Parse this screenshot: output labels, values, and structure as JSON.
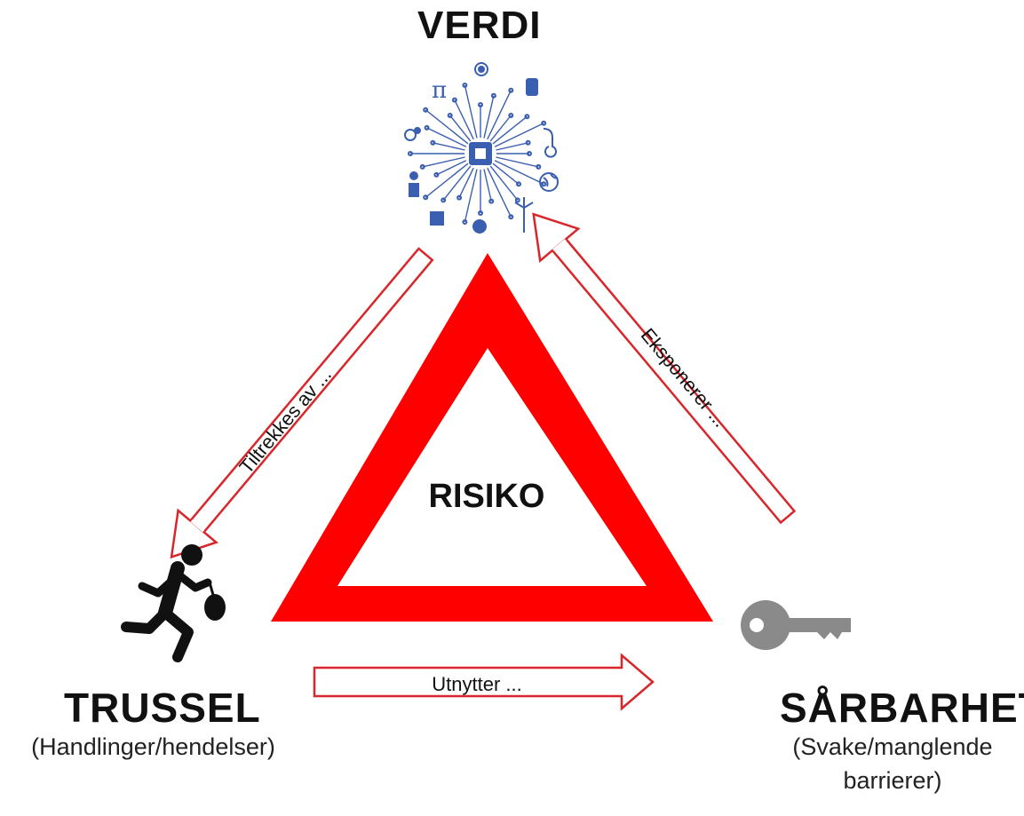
{
  "nodes": {
    "value": {
      "title": "VERDI"
    },
    "threat": {
      "title": "TRUSSEL",
      "subtitle": "(Handlinger/hendelser)"
    },
    "vulnerability": {
      "title": "SÅRBARHET",
      "subtitle_line1": "(Svake/manglende",
      "subtitle_line2": "barrierer)"
    }
  },
  "center": {
    "label": "RISIKO"
  },
  "arrows": {
    "left": {
      "label": "Tiltrekkes av ..."
    },
    "right": {
      "label": "Eksponerer ..."
    },
    "bottom": {
      "label": "Utnytter ..."
    }
  },
  "icons": {
    "value": "circuit-tree-icon",
    "threat": "running-thief-icon",
    "vulnerability": "key-icon"
  },
  "colors": {
    "risk_triangle": "#ff0000",
    "arrow_outline": "#d9262b",
    "circuit_icon": "#3b5fb0",
    "thief_icon": "#111111",
    "key_icon": "#8a8a8a"
  }
}
